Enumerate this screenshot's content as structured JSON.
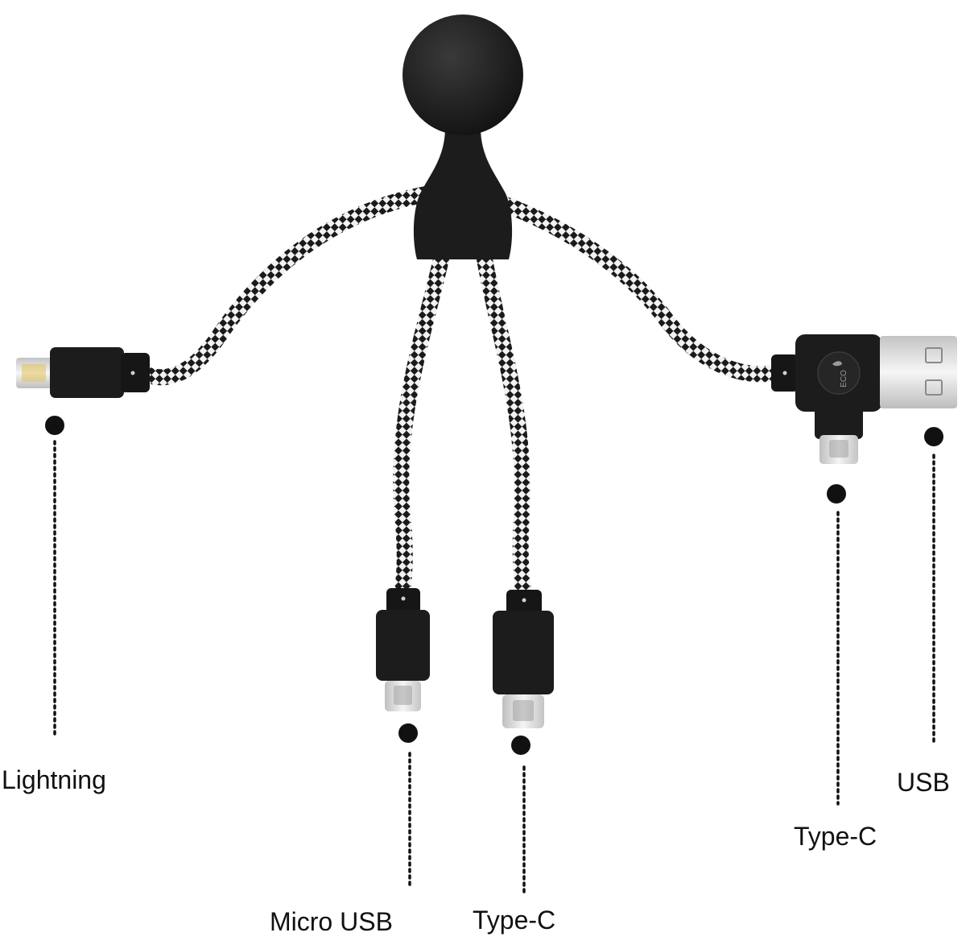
{
  "connectors": [
    {
      "id": "lightning",
      "label": "Lightning"
    },
    {
      "id": "micro-usb",
      "label": "Micro USB"
    },
    {
      "id": "type-c-middle",
      "label": "Type-C"
    },
    {
      "id": "type-c-right",
      "label": "Type-C"
    },
    {
      "id": "usb",
      "label": "USB"
    }
  ],
  "hub": {
    "badge_text": "ECO"
  },
  "colors": {
    "body": "#1c1c1c",
    "metal": "#dcdcdc",
    "cable_white": "#f2f2f2",
    "cable_black": "#1a1a1a",
    "text": "#111111"
  }
}
